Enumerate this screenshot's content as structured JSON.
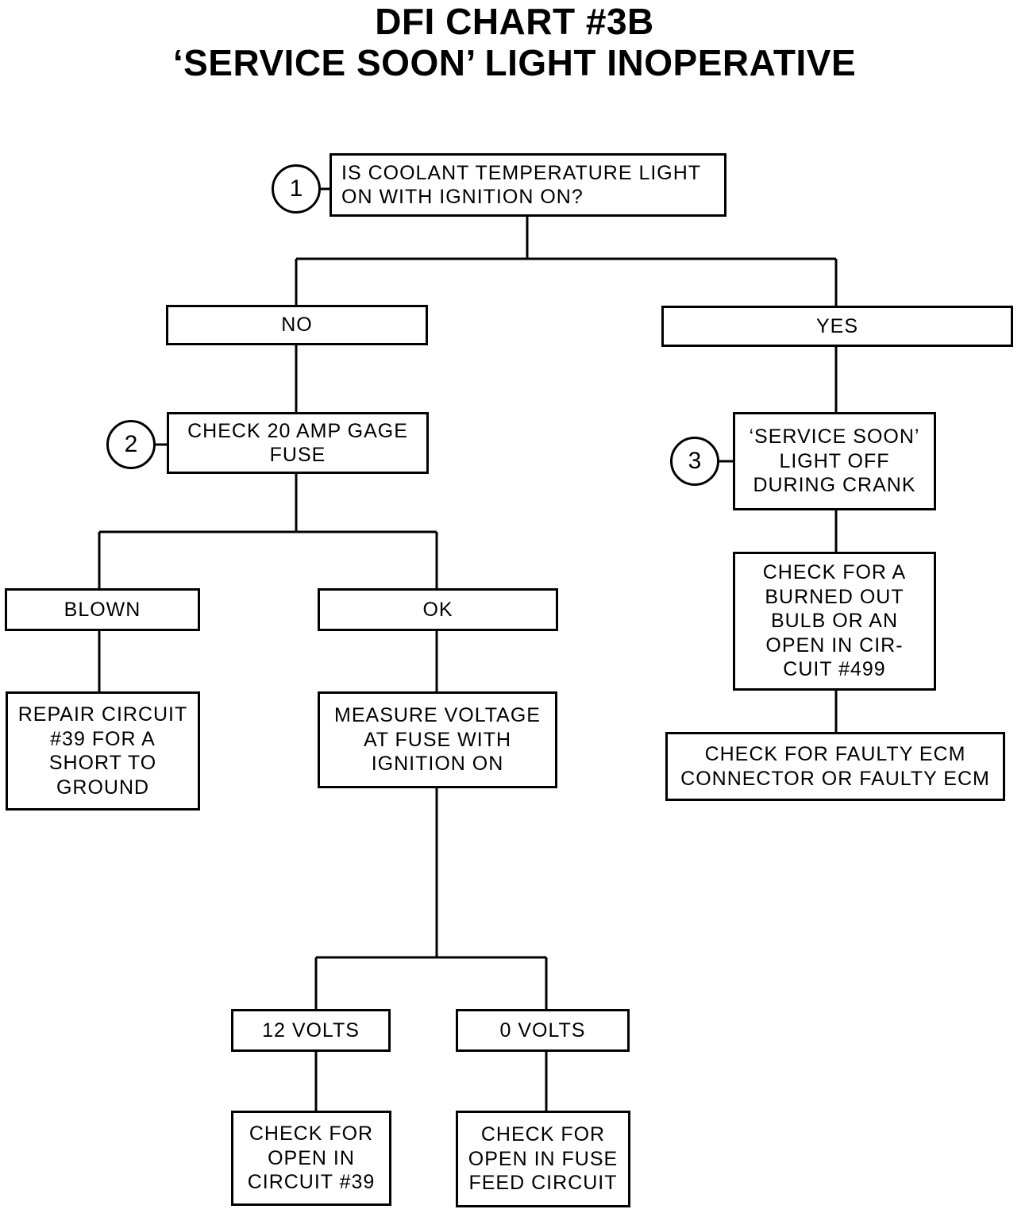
{
  "title": {
    "line1": "DFI CHART #3B",
    "line2": "‘SERVICE SOON’ LIGHT INOPERATIVE"
  },
  "steps": {
    "step1": "1",
    "step2": "2",
    "step3": "3"
  },
  "nodes": {
    "q_coolant_light": "IS COOLANT TEMPERATURE LIGHT\nON WITH IGNITION ON?",
    "no": "NO",
    "yes": "YES",
    "check_fuse": "CHECK 20 AMP GAGE\nFUSE",
    "service_soon_off": "‘SERVICE SOON’\nLIGHT OFF\nDURING CRANK",
    "blown": "BLOWN",
    "ok": "OK",
    "check_bulb": "CHECK FOR A\nBURNED OUT\nBULB OR AN\nOPEN IN CIR-\nCUIT #499",
    "repair_39": "REPAIR CIRCUIT\n#39 FOR A\nSHORT TO\nGROUND",
    "measure_voltage": "MEASURE VOLTAGE\nAT FUSE WITH\nIGNITION ON",
    "check_ecm": "CHECK FOR FAULTY ECM\nCONNECTOR OR FAULTY ECM",
    "volts_12": "12 VOLTS",
    "volts_0": "0 VOLTS",
    "open_39": "CHECK FOR\nOPEN IN\nCIRCUIT #39",
    "open_fuse_feed": "CHECK FOR\nOPEN IN FUSE\nFEED CIRCUIT"
  }
}
